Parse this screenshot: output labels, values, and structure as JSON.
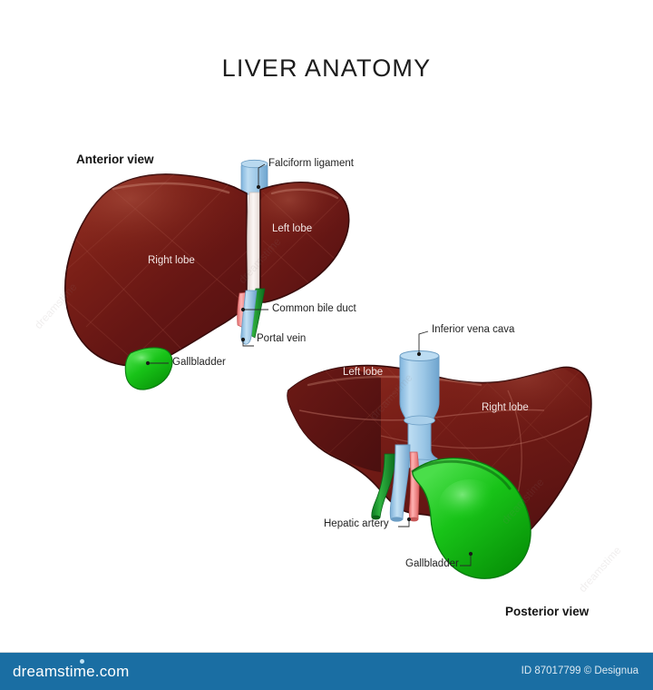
{
  "title": "LIVER ANATOMY",
  "views": {
    "anterior": {
      "label": "Anterior view",
      "annotations": {
        "falciform_ligament": "Falciform ligament",
        "left_lobe": "Left lobe",
        "right_lobe": "Right lobe",
        "common_bile_duct": "Common bile duct",
        "portal_vein": "Portal vein",
        "gallbladder": "Gallbladder"
      }
    },
    "posterior": {
      "label": "Posterior view",
      "annotations": {
        "inferior_vena_cava": "Inferior vena cava",
        "left_lobe": "Left lobe",
        "right_lobe": "Right lobe",
        "hepatic_artery": "Hepatic artery",
        "gallbladder": "Gallbladder"
      }
    }
  },
  "footer": {
    "logo": "dreamstime.com",
    "credit": "ID 87017799 © Designua",
    "bar_color": "#1a6ea3"
  },
  "watermarks": {
    "text": "dreamstime"
  },
  "colors": {
    "liver_dark": "#5d1414",
    "liver_mid": "#7b1f18",
    "liver_light": "#9a3326",
    "liver_outline": "#3d0c0c",
    "gallbladder": "#1fc11f",
    "gallbladder_dark": "#0e8f16",
    "vein_blue": "#9dc8e6",
    "vein_blue_dark": "#6ba4ce",
    "artery_pink": "#f08a8a",
    "bile_green": "#1a8f30",
    "ligament": "#f0e7e3",
    "background": "#ffffff",
    "text": "#232323"
  }
}
